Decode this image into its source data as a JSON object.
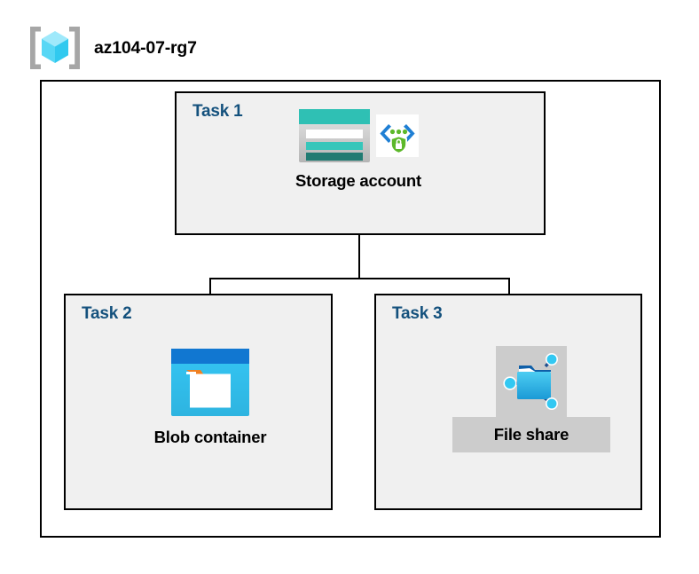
{
  "resource_group": {
    "name": "az104-07-rg7",
    "icon": "resource-group-cube-icon"
  },
  "diagram": {
    "type": "azure-architecture-diagram",
    "colors": {
      "task_label": "#14517d",
      "box_fill": "#f0f0f0",
      "border": "#000000",
      "selection_highlight": "#cccccc",
      "storage_teal": "#2fc0b4",
      "storage_teal_dark": "#217b72",
      "blob_blue": "#1e88e5",
      "blob_cyan": "#32bef0",
      "blob_orange": "#f08021",
      "fileshare_blue": "#32bef0",
      "shield_green": "#5cb82a",
      "bracket_blue": "#1f7fd4",
      "cube_cyan": "#5fd8f7"
    },
    "tasks": [
      {
        "id": "task1",
        "label": "Task 1",
        "node_label": "Storage account",
        "icons": [
          "storage-account-icon",
          "secure-endpoint-icon"
        ],
        "highlighted": false
      },
      {
        "id": "task2",
        "label": "Task 2",
        "node_label": "Blob container",
        "icons": [
          "blob-container-icon"
        ],
        "highlighted": false
      },
      {
        "id": "task3",
        "label": "Task 3",
        "node_label": "File share",
        "icons": [
          "file-share-icon"
        ],
        "highlighted": true
      }
    ],
    "connections": [
      {
        "from": "task1",
        "to": "task2"
      },
      {
        "from": "task1",
        "to": "task3"
      }
    ]
  }
}
